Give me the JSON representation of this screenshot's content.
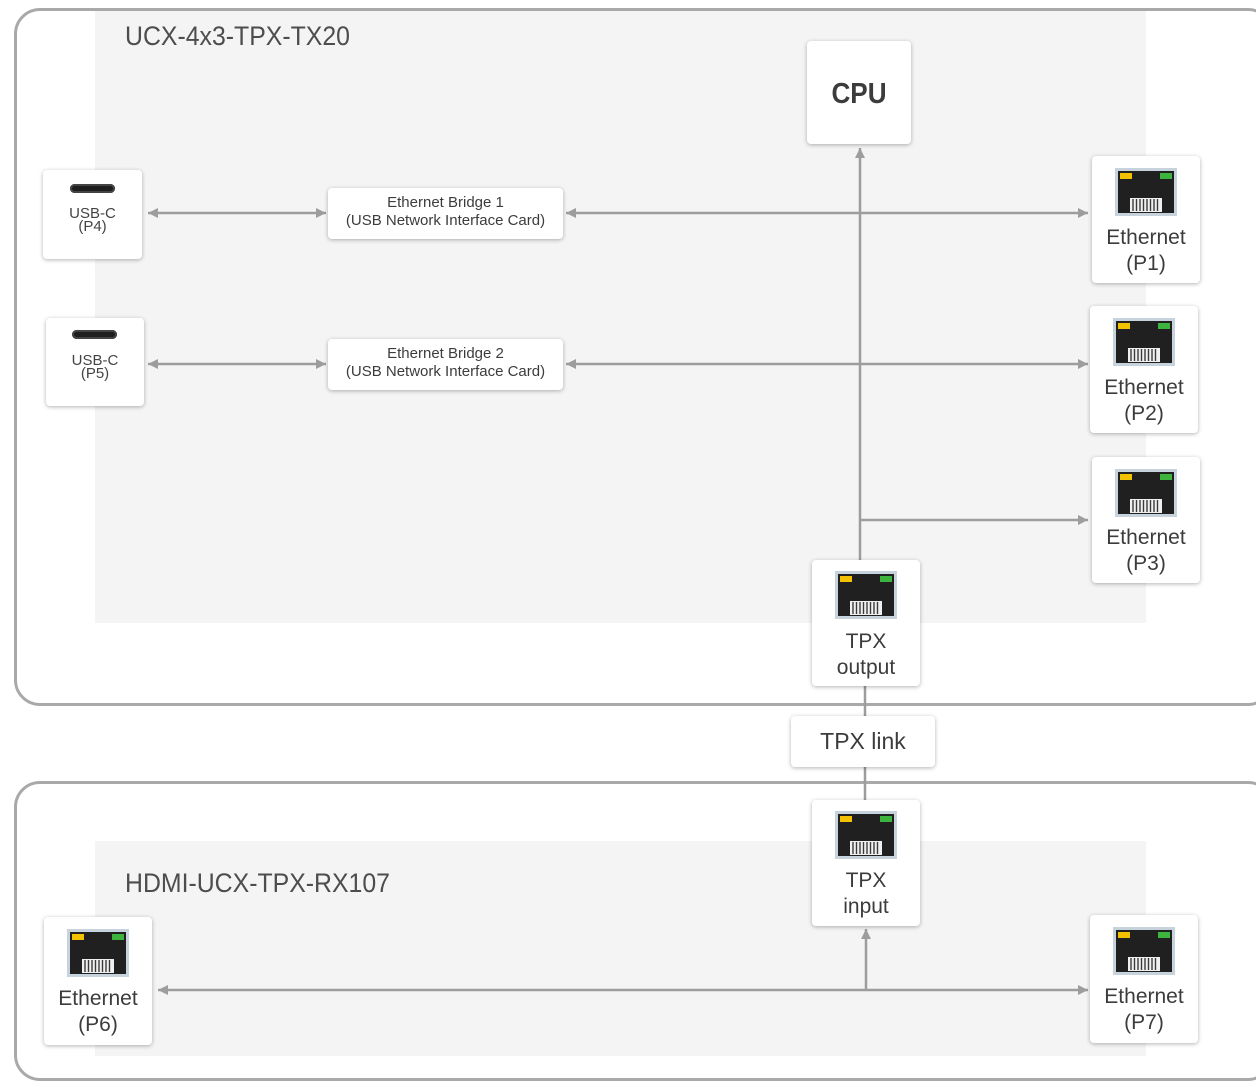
{
  "transmitter": {
    "title": "UCX-4x3-TPX-TX20",
    "cpu": "CPU",
    "usb_ports": [
      {
        "line1": "USB-C",
        "line2": "(P4)"
      },
      {
        "line1": "USB-C",
        "line2": "(P5)"
      }
    ],
    "bridges": [
      {
        "line1": "Ethernet Bridge 1",
        "line2": "(USB Network Interface Card)"
      },
      {
        "line1": "Ethernet Bridge 2",
        "line2": "(USB Network Interface Card)"
      }
    ],
    "ethernet_ports": [
      {
        "line1": "Ethernet",
        "line2": "(P1)"
      },
      {
        "line1": "Ethernet",
        "line2": "(P2)"
      },
      {
        "line1": "Ethernet",
        "line2": "(P3)"
      }
    ],
    "tpx_output": {
      "line1": "TPX",
      "line2": "output"
    }
  },
  "link": {
    "label": "TPX link"
  },
  "receiver": {
    "title": "HDMI-UCX-TPX-RX107",
    "tpx_input": {
      "line1": "TPX",
      "line2": "input"
    },
    "ethernet_ports": [
      {
        "line1": "Ethernet",
        "line2": "(P6)"
      },
      {
        "line1": "Ethernet",
        "line2": "(P7)"
      }
    ]
  },
  "colors": {
    "frame": "#a9a9a9",
    "panel": "#f4f4f4",
    "wire": "#9d9d9d",
    "led_yellow": "#f2c200",
    "led_green": "#3db43d"
  }
}
